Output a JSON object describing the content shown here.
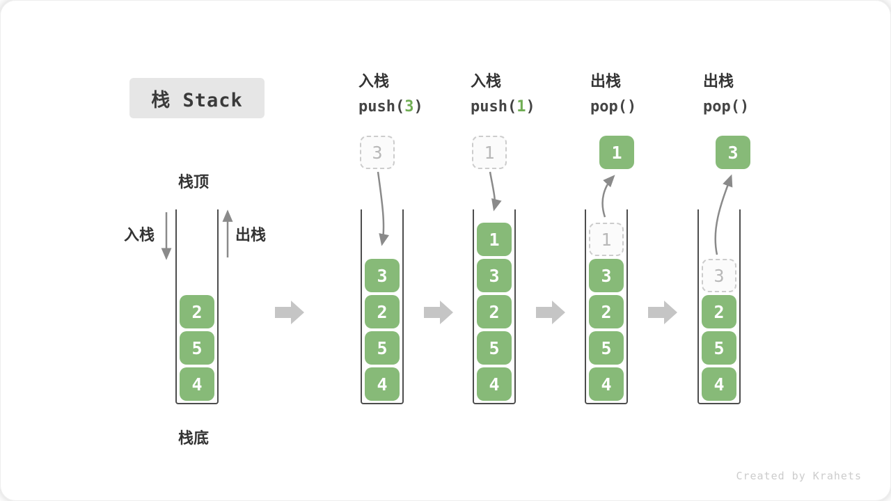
{
  "title": {
    "label": "栈 Stack"
  },
  "legend": {
    "top": "栈顶",
    "bottom": "栈底",
    "push": "入栈",
    "pop": "出栈"
  },
  "watermark": "Created by Krahets",
  "colors": {
    "box_green": "#87ba78",
    "arg_green": "#70ad54",
    "ghost_border": "#cccccc",
    "ghost_text": "#b8b8b8",
    "arrow": "#8a8a8a",
    "block_arrow": "#c5c5c5",
    "title_bg": "#e6e6e6",
    "text": "#3a3a3a"
  },
  "columns": [
    {
      "name": "stack-initial",
      "op": null,
      "float": null,
      "cells": [
        {
          "v": "2"
        },
        {
          "v": "5"
        },
        {
          "v": "4"
        }
      ]
    },
    {
      "name": "stack-after-push-3",
      "op": {
        "cn": "入栈",
        "pre": "push(",
        "arg": "3",
        "post": ")"
      },
      "float": {
        "v": "3",
        "variant": "dashed"
      },
      "cells": [
        {
          "v": "3"
        },
        {
          "v": "2"
        },
        {
          "v": "5"
        },
        {
          "v": "4"
        }
      ]
    },
    {
      "name": "stack-after-push-1",
      "op": {
        "cn": "入栈",
        "pre": "push(",
        "arg": "1",
        "post": ")"
      },
      "float": {
        "v": "1",
        "variant": "dashed"
      },
      "cells": [
        {
          "v": "1"
        },
        {
          "v": "3"
        },
        {
          "v": "2"
        },
        {
          "v": "5"
        },
        {
          "v": "4"
        }
      ]
    },
    {
      "name": "stack-after-pop-1",
      "op": {
        "cn": "出栈",
        "pre": "pop()",
        "arg": "",
        "post": ""
      },
      "float": {
        "v": "1",
        "variant": "solid"
      },
      "cells": [
        {
          "v": "1",
          "ghost": true
        },
        {
          "v": "3"
        },
        {
          "v": "2"
        },
        {
          "v": "5"
        },
        {
          "v": "4"
        }
      ]
    },
    {
      "name": "stack-after-pop-3",
      "op": {
        "cn": "出栈",
        "pre": "pop()",
        "arg": "",
        "post": ""
      },
      "float": {
        "v": "3",
        "variant": "solid"
      },
      "cells": [
        {
          "v": "3",
          "ghost": true
        },
        {
          "v": "2"
        },
        {
          "v": "5"
        },
        {
          "v": "4"
        }
      ]
    }
  ]
}
